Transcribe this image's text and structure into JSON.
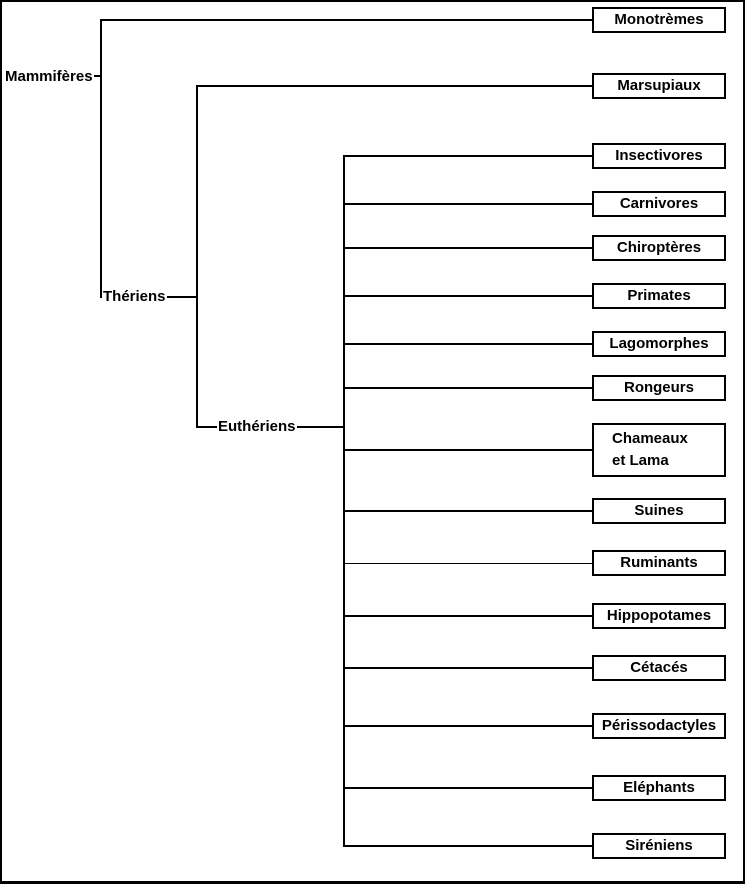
{
  "diagram": {
    "type": "cladogram",
    "colors": {
      "line": "#000000",
      "box_border": "#000000",
      "background": "#ffffff",
      "text": "#000000"
    },
    "tree": {
      "root": {
        "label": "Mammifères"
      },
      "internal": [
        {
          "label": "Thériens",
          "parent": "Mammifères"
        },
        {
          "label": "Euthériens",
          "parent": "Thériens"
        }
      ],
      "leaves": [
        {
          "label": "Monotrèmes",
          "parent": "Mammifères",
          "lines": [
            "Monotrèmes"
          ]
        },
        {
          "label": "Marsupiaux",
          "parent": "Thériens",
          "lines": [
            "Marsupiaux"
          ]
        },
        {
          "label": "Insectivores",
          "parent": "Euthériens",
          "lines": [
            "Insectivores"
          ]
        },
        {
          "label": "Carnivores",
          "parent": "Euthériens",
          "lines": [
            "Carnivores"
          ]
        },
        {
          "label": "Chiroptères",
          "parent": "Euthériens",
          "lines": [
            "Chiroptères"
          ]
        },
        {
          "label": "Primates",
          "parent": "Euthériens",
          "lines": [
            "Primates"
          ]
        },
        {
          "label": "Lagomorphes",
          "parent": "Euthériens",
          "lines": [
            "Lagomorphes"
          ]
        },
        {
          "label": "Rongeurs",
          "parent": "Euthériens",
          "lines": [
            "Rongeurs"
          ]
        },
        {
          "label": "Chameaux et Lama",
          "parent": "Euthériens",
          "lines": [
            "Chameaux",
            "et Lama"
          ]
        },
        {
          "label": "Suines",
          "parent": "Euthériens",
          "lines": [
            "Suines"
          ]
        },
        {
          "label": "Ruminants",
          "parent": "Euthériens",
          "lines": [
            "Ruminants"
          ]
        },
        {
          "label": "Hippopotames",
          "parent": "Euthériens",
          "lines": [
            "Hippopotames"
          ]
        },
        {
          "label": "Cétacés",
          "parent": "Euthériens",
          "lines": [
            "Cétacés"
          ]
        },
        {
          "label": "Périssodactyles",
          "parent": "Euthériens",
          "lines": [
            "Périssodactyles"
          ]
        },
        {
          "label": "Eléphants",
          "parent": "Euthériens",
          "lines": [
            "Eléphants"
          ]
        },
        {
          "label": "Siréniens",
          "parent": "Euthériens",
          "lines": [
            "Siréniens"
          ]
        }
      ]
    }
  }
}
